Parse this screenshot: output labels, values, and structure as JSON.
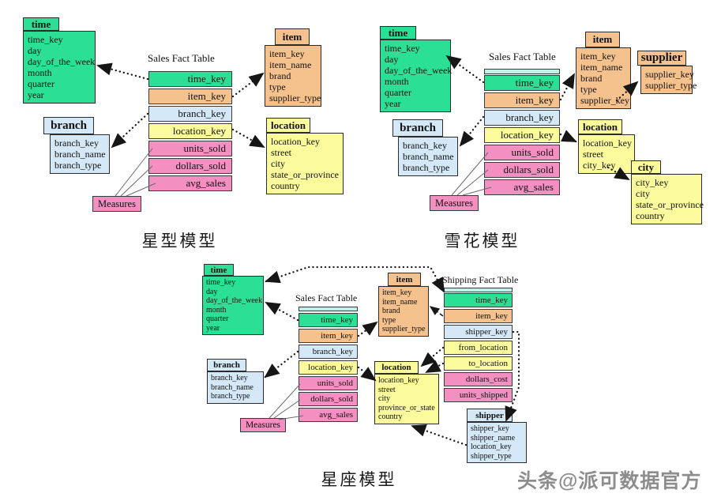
{
  "colors": {
    "time_green": "#2be094",
    "item_orange": "#f5c28e",
    "branch_blue": "#d5e8f7",
    "location_yellow": "#fbfb9d",
    "measure_pink": "#f48fc1",
    "fact_header_cyan": "#c2f0e8",
    "watermark_gray": "#8d8d8d"
  },
  "watermark": "头条@派可数据官方",
  "star": {
    "caption": "星型模型",
    "measures_label": "Measures",
    "fact": {
      "title": "Sales Fact Table",
      "rows": [
        "time_key",
        "item_key",
        "branch_key",
        "location_key",
        "units_sold",
        "dollars_sold",
        "avg_sales"
      ]
    },
    "dims": {
      "time": {
        "title": "time",
        "fields": [
          "time_key",
          "day",
          "day_of_the_week",
          "month",
          "quarter",
          "year"
        ]
      },
      "branch": {
        "title": "branch",
        "fields": [
          "branch_key",
          "branch_name",
          "branch_type"
        ]
      },
      "item": {
        "title": "item",
        "fields": [
          "item_key",
          "item_name",
          "brand",
          "type",
          "supplier_type"
        ]
      },
      "location": {
        "title": "location",
        "fields": [
          "location_key",
          "street",
          "city",
          "state_or_province",
          "country"
        ]
      }
    }
  },
  "snowflake": {
    "caption": "雪花模型",
    "measures_label": "Measures",
    "fact": {
      "title": "Sales Fact Table",
      "rows": [
        "time_key",
        "item_key",
        "branch_key",
        "location_key",
        "units_sold",
        "dollars_sold",
        "avg_sales"
      ]
    },
    "dims": {
      "time": {
        "title": "time",
        "fields": [
          "time_key",
          "day",
          "day_of_the_week",
          "month",
          "quarter",
          "year"
        ]
      },
      "branch": {
        "title": "branch",
        "fields": [
          "branch_key",
          "branch_name",
          "branch_type"
        ]
      },
      "item": {
        "title": "item",
        "fields": [
          "item_key",
          "item_name",
          "brand",
          "type",
          "supplier_key"
        ]
      },
      "supplier": {
        "title": "supplier",
        "fields": [
          "supplier_key",
          "supplier_type"
        ]
      },
      "location": {
        "title": "location",
        "fields": [
          "location_key",
          "street",
          "city_key"
        ]
      },
      "city": {
        "title": "city",
        "fields": [
          "city_key",
          "city",
          "state_or_province",
          "country"
        ]
      }
    }
  },
  "constellation": {
    "caption": "星座模型",
    "measures_label": "Measures",
    "sales_fact": {
      "title": "Sales Fact Table",
      "rows": [
        "time_key",
        "item_key",
        "branch_key",
        "location_key",
        "units_sold",
        "dollars_sold",
        "avg_sales"
      ]
    },
    "shipping_fact": {
      "title": "Shipping Fact Table",
      "rows": [
        "time_key",
        "item_key",
        "shipper_key",
        "from_location",
        "to_location",
        "dollars_cost",
        "units_shipped"
      ]
    },
    "dims": {
      "time": {
        "title": "time",
        "fields": [
          "time_key",
          "day",
          "day_of_the_week",
          "month",
          "quarter",
          "year"
        ]
      },
      "branch": {
        "title": "branch",
        "fields": [
          "branch_key",
          "branch_name",
          "branch_type"
        ]
      },
      "item": {
        "title": "item",
        "fields": [
          "item_key",
          "item_name",
          "brand",
          "type",
          "supplier_type"
        ]
      },
      "location": {
        "title": "location",
        "fields": [
          "location_key",
          "street",
          "city",
          "province_or_state",
          "country"
        ]
      },
      "shipper": {
        "title": "shipper",
        "fields": [
          "shipper_key",
          "shipper_name",
          "location_key",
          "shipper_type"
        ]
      }
    }
  }
}
